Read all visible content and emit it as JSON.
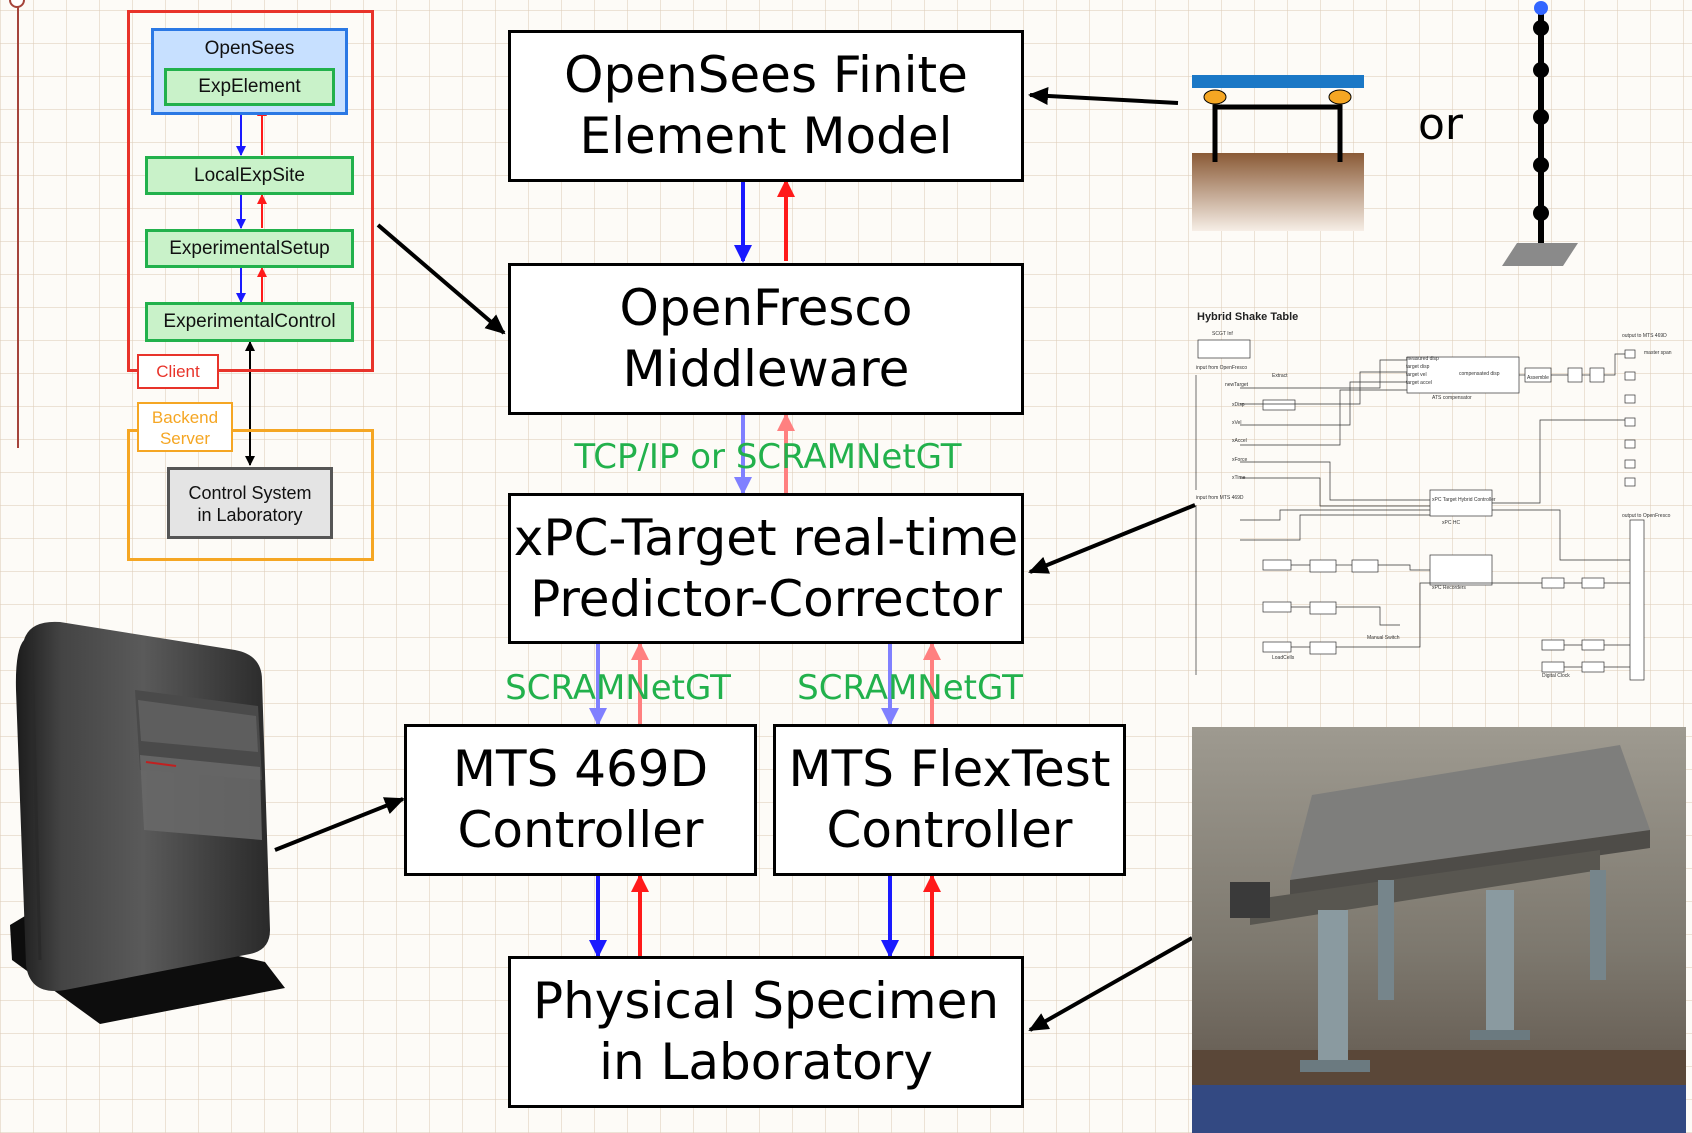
{
  "main_boxes": {
    "opensees": [
      "OpenSees Finite",
      "Element Model"
    ],
    "openfresco": [
      "OpenFresco",
      "Middleware"
    ],
    "xpc": [
      "xPC-Target real-time",
      "Predictor-Corrector"
    ],
    "mts469": [
      "MTS 469D",
      "Controller"
    ],
    "flextest": [
      "MTS FlexTest",
      "Controller"
    ],
    "specimen": [
      "Physical Specimen",
      "in Laboratory"
    ]
  },
  "network_labels": {
    "tcp": "TCP/IP or SCRAMNetGT",
    "scram_left": "SCRAMNetGT",
    "scram_right": "SCRAMNetGT"
  },
  "or_label": "or",
  "hierarchy": {
    "opensees": "OpenSees",
    "exp_element": "ExpElement",
    "local_exp_site": "LocalExpSite",
    "experimental_setup": "ExperimentalSetup",
    "experimental_control": "ExperimentalControl",
    "client": "Client",
    "backend_line1": "Backend",
    "backend_line2": "Server",
    "control_line1": "Control System",
    "control_line2": "in Laboratory"
  },
  "simulink": {
    "title": "Hybrid Shake Table",
    "small_labels": [
      "SCGT Inf",
      "input from OpenFresco",
      "newTarget",
      "xDisp",
      "xVel",
      "xAccel",
      "xForce",
      "xTime",
      "measured disp",
      "target disp",
      "target vel",
      "target accel",
      "compensated disp",
      "ATS compensator",
      "input from MTS 469D",
      "xPC Target Hybrid Controller",
      "xPC HC",
      "xPC Recorders",
      "Manual Switch",
      "LoadCells",
      "Digital Clock",
      "output to MTS 469D",
      "output to OpenFresco",
      "master span",
      "Extract",
      "Assemble"
    ]
  },
  "colors": {
    "blue_arrow": "#1a1aff",
    "red_arrow": "#ff1a1a",
    "green_text": "#22b14c",
    "frame_red": "#e8332a",
    "frame_blue": "#2b78e4",
    "frame_orange": "#f5a623"
  },
  "icons": [
    "server-tower-icon",
    "shake-table-model-icon",
    "stick-model-icon",
    "specimen-photo"
  ]
}
